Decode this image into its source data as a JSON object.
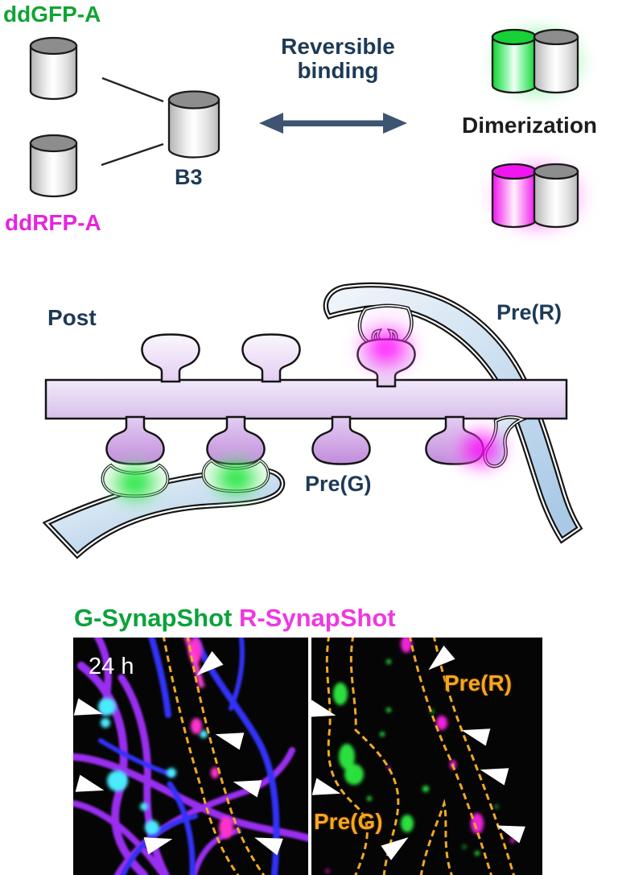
{
  "colors": {
    "gfp_green": "#12a335",
    "rfp_magenta": "#e624de",
    "label_navy": "#1d3a57",
    "dimer_text": "#1c1d20",
    "arrow_slate": "#3e5571",
    "annotation_orange": "#f5a81e",
    "dashed_outline_orange": "#f0a824",
    "glow_green": "#00e425",
    "glow_magenta": "#ff00ff",
    "dendrite_purple": "#dcc5ee",
    "axon_blue": "#bad4ea",
    "title_green": "#0ba23c",
    "title_magenta": "#ef38e0"
  },
  "schematic": {
    "ddgfp_label": "ddGFP-A",
    "ddrfp_label": "ddRFP-A",
    "binder_label": "B3",
    "binding_label": "Reversible binding",
    "dimerization_label": "Dimerization"
  },
  "synapse_diagram": {
    "post_label": "Post",
    "pre_r_label": "Pre(R)",
    "pre_g_label": "Pre(G)"
  },
  "microscopy": {
    "title_green": "G-SynapShot",
    "title_magenta": "R-SynapShot",
    "left_panel": {
      "time_label": "24 h"
    },
    "right_panel": {
      "pre_r_label": "Pre(R)",
      "pre_g_label": "Pre(G)"
    }
  }
}
